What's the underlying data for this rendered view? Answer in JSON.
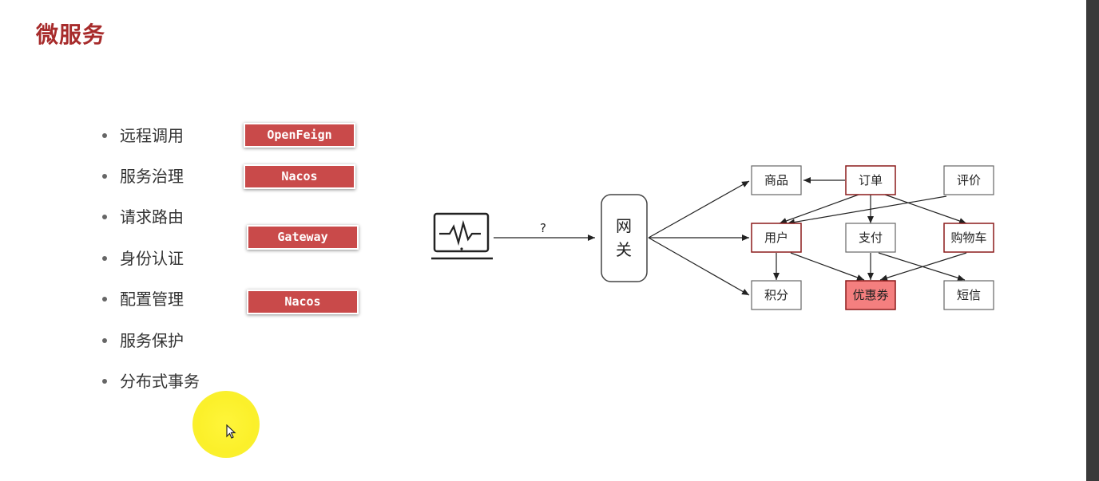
{
  "slide": {
    "title": "微服务"
  },
  "bullets": [
    {
      "text": "远程调用"
    },
    {
      "text": "服务治理"
    },
    {
      "text": "请求路由"
    },
    {
      "text": "身份认证"
    },
    {
      "text": "配置管理"
    },
    {
      "text": "服务保护"
    },
    {
      "text": "分布式事务"
    }
  ],
  "tags": [
    {
      "label": "OpenFeign"
    },
    {
      "label": "Nacos"
    },
    {
      "label": "Gateway"
    },
    {
      "label": "Nacos"
    }
  ],
  "diagram": {
    "question": "?",
    "gateway_line1": "网",
    "gateway_line2": "关",
    "nodes": {
      "product": "商品",
      "order": "订单",
      "review": "评价",
      "user": "用户",
      "payment": "支付",
      "cart": "购物车",
      "points": "积分",
      "coupon": "优惠券",
      "sms": "短信"
    }
  },
  "colors": {
    "title": "#a72b2b",
    "tag_bg": "#c94a4a",
    "highlight_border": "#8b1a1a",
    "coupon_fill": "#f47f7f",
    "cursor_glow": "#fbf02a"
  }
}
